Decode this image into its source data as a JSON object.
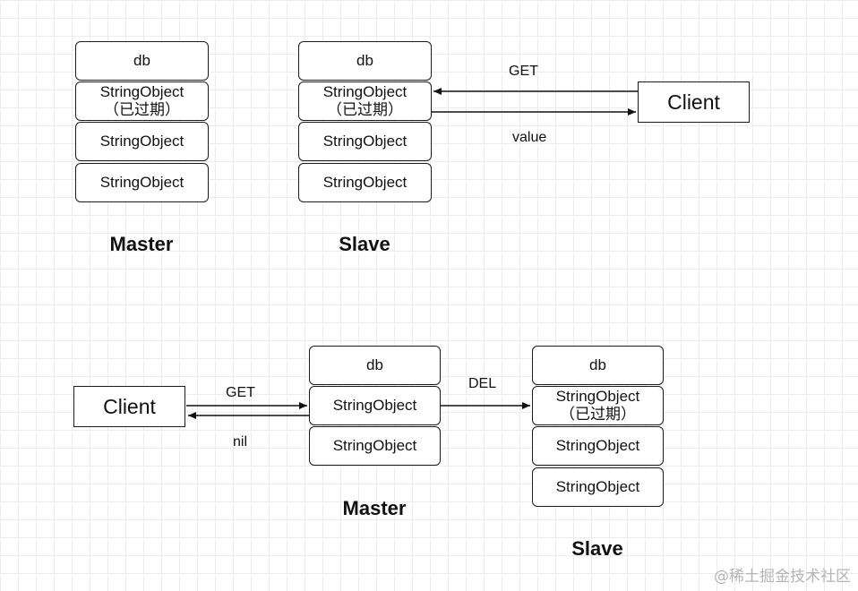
{
  "top": {
    "master": {
      "label": "Master",
      "blocks": [
        {
          "line1": "db",
          "line2": ""
        },
        {
          "line1": "StringObject",
          "line2": "（已过期）"
        },
        {
          "line1": "StringObject",
          "line2": ""
        },
        {
          "line1": "StringObject",
          "line2": ""
        }
      ]
    },
    "slave": {
      "label": "Slave",
      "blocks": [
        {
          "line1": "db",
          "line2": ""
        },
        {
          "line1": "StringObject",
          "line2": "（已过期）"
        },
        {
          "line1": "StringObject",
          "line2": ""
        },
        {
          "line1": "StringObject",
          "line2": ""
        }
      ]
    },
    "client": "Client",
    "arrow_get": "GET",
    "arrow_value": "value"
  },
  "bottom": {
    "client": "Client",
    "arrow_get": "GET",
    "arrow_nil": "nil",
    "arrow_del": "DEL",
    "master": {
      "label": "Master",
      "blocks": [
        {
          "line1": "db",
          "line2": ""
        },
        {
          "line1": "StringObject",
          "line2": ""
        },
        {
          "line1": "StringObject",
          "line2": ""
        }
      ]
    },
    "slave": {
      "label": "Slave",
      "blocks": [
        {
          "line1": "db",
          "line2": ""
        },
        {
          "line1": "StringObject",
          "line2": "（已过期）"
        },
        {
          "line1": "StringObject",
          "line2": ""
        },
        {
          "line1": "StringObject",
          "line2": ""
        }
      ]
    }
  },
  "watermark": "@稀土掘金技术社区"
}
